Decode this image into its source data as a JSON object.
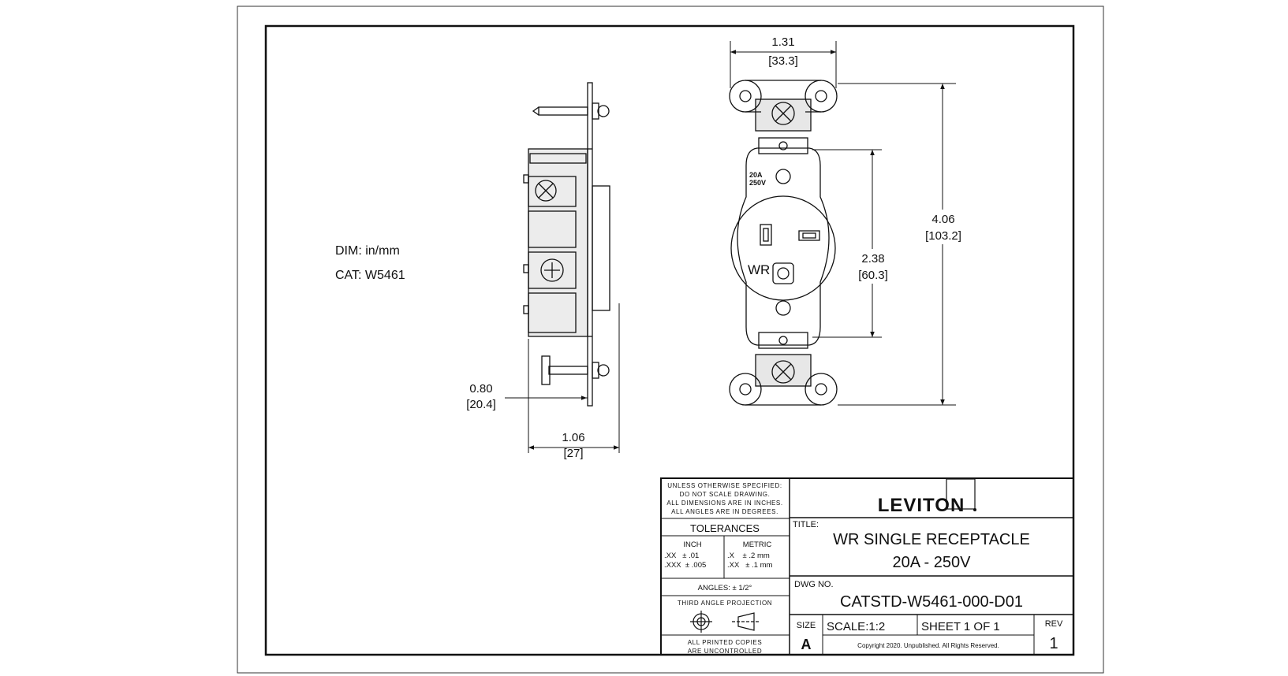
{
  "notes": {
    "dim_units": "DIM: in/mm",
    "catalog": "CAT: W5461"
  },
  "dimensions": {
    "front_width_in": "1.31",
    "front_width_mm": "[33.3]",
    "overall_height_in": "4.06",
    "overall_height_mm": "[103.2]",
    "face_height_in": "2.38",
    "face_height_mm": "[60.3]",
    "strap_depth_in": "0.80",
    "strap_depth_mm": "[20.4]",
    "side_depth_in": "1.06",
    "side_depth_mm": "[27]"
  },
  "device_markings": {
    "rating_amps": "20A",
    "rating_volts": "250V",
    "wr_mark": "WR"
  },
  "title_block": {
    "general_notes": [
      "UNLESS OTHERWISE SPECIFIED:",
      "DO NOT SCALE DRAWING.",
      "ALL DIMENSIONS ARE IN INCHES.",
      "ALL ANGLES ARE IN DEGREES."
    ],
    "tolerances_header": "TOLERANCES",
    "inch_header": "INCH",
    "inch_rows": [
      ".XX   ± .01",
      ".XXX  ± .005"
    ],
    "metric_header": "METRIC",
    "metric_rows": [
      ".X    ± .2 mm",
      ".XX   ± .1 mm"
    ],
    "angles": "ANGLES: ± 1/2°",
    "projection": "THIRD ANGLE PROJECTION",
    "copies_line1": "ALL PRINTED COPIES",
    "copies_line2": "ARE UNCONTROLLED",
    "company": "LEVITON",
    "title_label": "TITLE:",
    "title_line1": "WR SINGLE RECEPTACLE",
    "title_line2": "20A - 250V",
    "dwg_label": "DWG NO.",
    "dwg_number": "CATSTD-W5461-000-D01",
    "size_label": "SIZE",
    "size_value": "A",
    "scale": "SCALE:1:2",
    "sheet": "SHEET 1 OF 1",
    "rev_label": "REV",
    "rev_value": "1",
    "copyright": "Copyright 2020. Unpublished. All Rights Reserved."
  },
  "colors": {
    "line": "#111111",
    "paper": "#ffffff"
  }
}
